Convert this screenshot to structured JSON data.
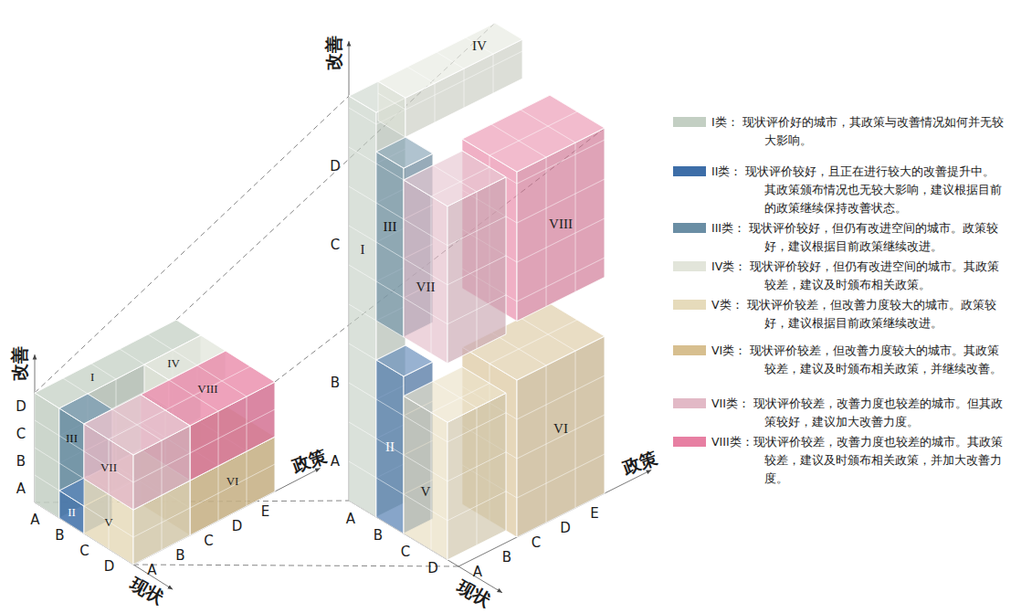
{
  "diagram": {
    "nodes": [
      {
        "text": [
          "I"
        ]
      },
      {
        "text": [
          "IV"
        ]
      },
      {
        "text": [
          "III"
        ]
      },
      {
        "text": [
          "VIII"
        ]
      },
      {
        "text": [
          "VII"
        ]
      },
      {
        "text": [
          "II"
        ]
      },
      {
        "text": [
          "VI"
        ]
      },
      {
        "text": [
          "V"
        ]
      },
      {
        "text": [
          "IV"
        ]
      },
      {
        "text": [
          "III"
        ]
      },
      {
        "text": [
          "VIII"
        ]
      },
      {
        "text": [
          "VII"
        ]
      },
      {
        "text": [
          "I"
        ]
      },
      {
        "text": [
          "II"
        ]
      },
      {
        "text": [
          "V"
        ]
      },
      {
        "text": [
          "VI"
        ]
      }
    ],
    "labels": [
      "改善",
      "D",
      "C",
      "B",
      "A",
      "A",
      "B",
      "C",
      "D",
      "现状",
      "A",
      "B",
      "C",
      "D",
      "E",
      "政策",
      "改善",
      "D",
      "C",
      "B",
      "A",
      "A",
      "B",
      "C",
      "D",
      "现状",
      "A",
      "B",
      "C",
      "D",
      "E",
      "政策"
    ],
    "legend": [
      {
        "text": "I类： 现状评价好的城市，其政策与改善情况如何并无较大影响。",
        "color": "#c3cfc3"
      },
      {
        "text": "II类： 现状评价较好，且正在进行较大的改善提升中。其政策颁布情况也无较大影响，建议根据目前的政策继续保持改善状态。",
        "color": "#3d6ea8"
      },
      {
        "text": "III类： 现状评价较好，但仍有改进空间的城市。政策较好，建议根据目前政策继续改进。",
        "color": "#6a8ea4"
      },
      {
        "text": "IV类： 现状评价较好，但仍有改进空间的城市。其政策较差，建议及时颁布相关政策。",
        "color": "#e2e5da"
      },
      {
        "text": "V类： 现状评价较差，但改善力度较大的城市。政策较好，建议根据目前政策继续改进。",
        "color": "#e6dbbb"
      },
      {
        "text": "VI类： 现状评价较差，但改善力度较大的城市。其政策较差，建议及时颁布相关政策，并继续改善。",
        "color": "#d7bf8f"
      },
      {
        "text": "VII类： 现状评价较差，改善力度也较差的城市。但其政策较好，建议加大改善力度。",
        "color": "#e2b9c6"
      },
      {
        "text": "VIII类：现状评价较差，改善力度也较差的城市。其政策较差，建议及时颁布相关政策，并加大改善力度。",
        "color": "#e77fa2"
      }
    ]
  }
}
